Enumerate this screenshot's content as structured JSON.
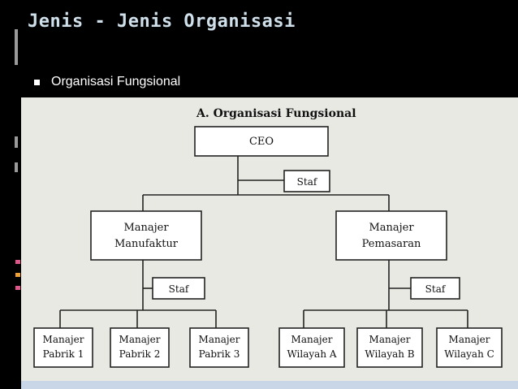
{
  "slide": {
    "title": "Jenis - Jenis Organisasi",
    "bullet": "Organisasi Fungsional"
  },
  "chart": {
    "heading": "A. Organisasi Fungsional",
    "ceo": "CEO",
    "staf": "Staf",
    "manufaktur": [
      "Manajer",
      "Manufaktur"
    ],
    "pemasaran": [
      "Manajer",
      "Pemasaran"
    ],
    "pabrik": [
      [
        "Manajer",
        "Pabrik 1"
      ],
      [
        "Manajer",
        "Pabrik 2"
      ],
      [
        "Manajer",
        "Pabrik 3"
      ]
    ],
    "wilayah": [
      [
        "Manajer",
        "Wilayah A"
      ],
      [
        "Manajer",
        "Wilayah B"
      ],
      [
        "Manajer",
        "Wilayah C"
      ]
    ]
  },
  "colors": {
    "accent_pink": "#e0558a",
    "accent_orange": "#f0a030",
    "title": "#cfe0ea"
  }
}
